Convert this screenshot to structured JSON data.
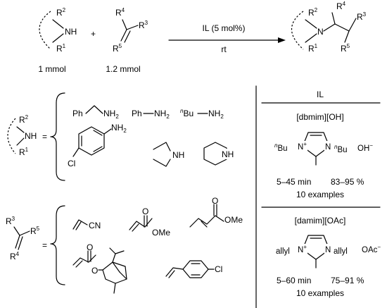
{
  "reaction": {
    "amine_r2": "R",
    "amine_r2_sup": "2",
    "amine_r1": "R",
    "amine_r1_sup": "1",
    "amine_nh": "NH",
    "plus": "+",
    "alkene_r4": "R",
    "alkene_r4_sup": "4",
    "alkene_r3": "R",
    "alkene_r3_sup": "3",
    "alkene_r5": "R",
    "alkene_r5_sup": "5",
    "conditions_top": "IL (5 mol%)",
    "conditions_bottom": "rt",
    "product_n": "N",
    "amine_amount": "1 mmol",
    "alkene_amount": "1.2 mmol"
  },
  "amine_scope": {
    "equals": "=",
    "benzylamine": "Ph",
    "benzylamine_nh": "NH",
    "benzylamine_sub": "2",
    "aniline": "Ph",
    "aniline_nh": "NH",
    "aniline_sub": "2",
    "butylamine_prefix": "n",
    "butylamine": "Bu",
    "butylamine_nh": "NH",
    "butylamine_sub": "2",
    "chloroaniline_nh": "NH",
    "chloroaniline_sub": "2",
    "chloroaniline_cl": "Cl",
    "diethylamine_nh": "NH",
    "piperidine_nh": "NH"
  },
  "alkene_scope": {
    "equals": "=",
    "acrylonitrile": "CN",
    "methyl_acrylate_o": "O",
    "methyl_acrylate_ome": "OMe",
    "methyl_crotonate_o": "O",
    "methyl_crotonate_ome": "OMe",
    "bornyl_acrylate_o1": "O",
    "bornyl_acrylate_o2": "O",
    "chlorostyrene_cl": "Cl"
  },
  "il_panel": {
    "header": "IL",
    "catalyst1": {
      "name": "[dbmim][OH]",
      "n_plus": "N",
      "plus": "+",
      "n": "N",
      "left_prefix": "n",
      "left_group": "Bu",
      "right_prefix": "n",
      "right_group": "Bu",
      "anion": "OH",
      "anion_charge": "−",
      "time": "5–45 min",
      "yield": "83–95 %",
      "examples": "10 examples"
    },
    "catalyst2": {
      "name": "[damim][OAc]",
      "n_plus": "N",
      "plus": "+",
      "n": "N",
      "left_group": "allyl",
      "right_group": "allyl",
      "anion": "OAc",
      "anion_charge": "−",
      "time": "5–60 min",
      "yield": "75–91 %",
      "examples": "10 examples"
    }
  }
}
